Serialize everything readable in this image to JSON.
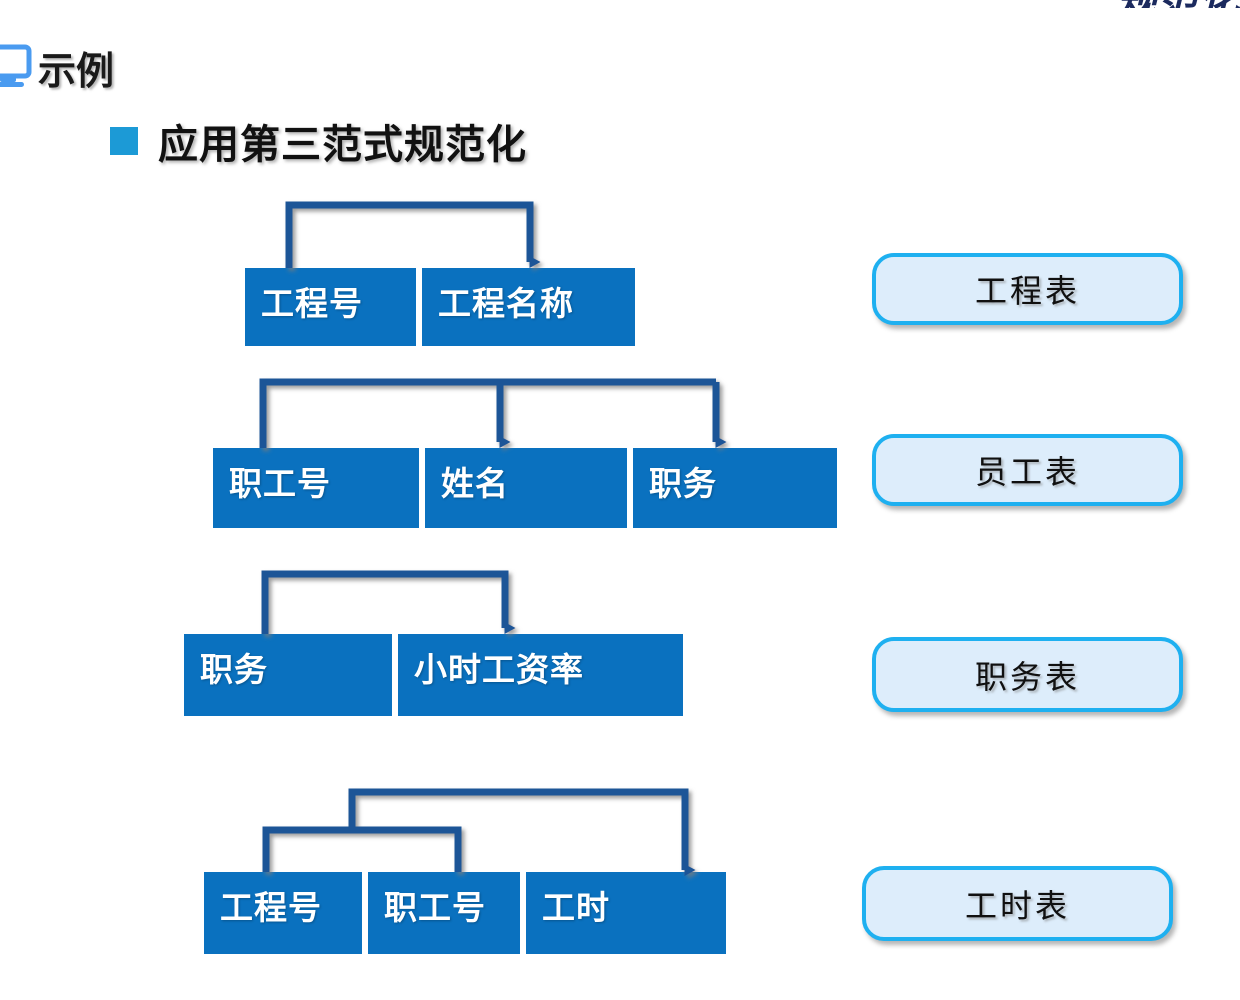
{
  "header": {
    "title": "规范化"
  },
  "example": {
    "icon": "monitor-icon",
    "label": "示例"
  },
  "heading": {
    "bullet_color": "#1c9ad6",
    "text": "应用第三范式规范化"
  },
  "colors": {
    "cell_fill": "#0a71bf",
    "cell_text": "#ffffff",
    "arrow": "#1f5597",
    "pill_fill": "#ddedfb",
    "pill_border": "#1eb0f0",
    "header_text": "#1b2a5e"
  },
  "tables": [
    {
      "name": "工程表",
      "pill_label": "工程表",
      "columns": [
        "工程号",
        "工程名称"
      ],
      "dependency": {
        "from": "工程号",
        "to": [
          "工程名称"
        ]
      }
    },
    {
      "name": "员工表",
      "pill_label": "员工表",
      "columns": [
        "职工号",
        "姓名",
        "职务"
      ],
      "dependency": {
        "from": "职工号",
        "to": [
          "姓名",
          "职务"
        ]
      }
    },
    {
      "name": "职务表",
      "pill_label": "职务表",
      "columns": [
        "职务",
        "小时工资率"
      ],
      "dependency": {
        "from": "职务",
        "to": [
          "小时工资率"
        ]
      }
    },
    {
      "name": "工时表",
      "pill_label": "工时表",
      "columns": [
        "工程号",
        "职工号",
        "工时"
      ],
      "dependency": {
        "from": "工程号+职工号",
        "to": [
          "工时"
        ]
      }
    }
  ]
}
